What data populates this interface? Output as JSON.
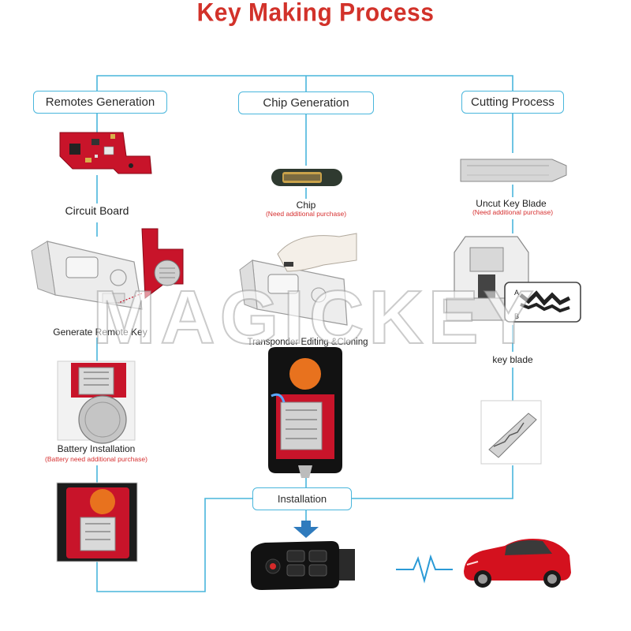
{
  "title": "Key Making Process",
  "columns": {
    "remotes": "Remotes Generation",
    "chip": "Chip Generation",
    "cutting": "Cutting Process"
  },
  "captions": {
    "circuit_board": "Circuit Board",
    "chip": "Chip",
    "chip_note": "(Need additional purchase)",
    "uncut_blade": "Uncut Key  Blade",
    "uncut_blade_note": "(Need additional purchase)",
    "generate_remote": "Generate Remote Key",
    "transponder": "Transponder Editing &Cloning",
    "key_blade": "key blade",
    "battery": "Battery Installation",
    "battery_note": "(Battery need additional purchase)",
    "installation": "Installation"
  },
  "labels": {
    "groove_a": "A",
    "groove_b": "B"
  },
  "watermark": "MAGICKEY",
  "colors": {
    "title": "#d2322a",
    "connector": "#49b6dc",
    "note": "#d63030",
    "pcb": "#c8142a",
    "car": "#d4111e"
  },
  "icons": [
    "circuit-board-icon",
    "chip-icon",
    "key-blade-icon",
    "key-programmer-icon",
    "key-cutting-machine-icon",
    "battery-icon",
    "flip-key-icon",
    "car-icon",
    "signal-wave-icon",
    "arrow-down-icon"
  ]
}
